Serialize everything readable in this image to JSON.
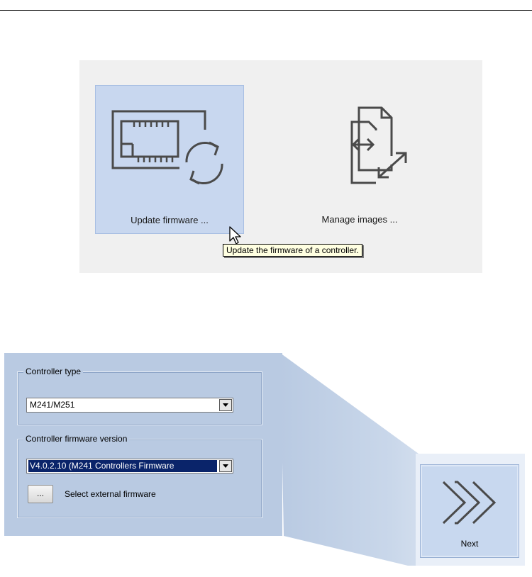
{
  "launcher": {
    "tiles": [
      {
        "label": "Update firmware ...",
        "icon": "firmware-update-icon",
        "selected": true
      },
      {
        "label": "Manage images ...",
        "icon": "manage-images-icon",
        "selected": false
      }
    ],
    "tooltip": "Update the firmware of a controller."
  },
  "wizard": {
    "controller_type": {
      "legend": "Controller type",
      "value": "M241/M251"
    },
    "firmware_version": {
      "legend": "Controller firmware version",
      "value": "V4.0.2.10 (M241 Controllers Firmware"
    },
    "browse_button": "...",
    "browse_label": "Select external firmware",
    "next_button": "Next"
  },
  "colors": {
    "tile_selected": "#c8d7ef",
    "panel_blue": "#b9cae2",
    "tooltip_bg": "#ffffe1",
    "highlight": "#0a246a"
  }
}
